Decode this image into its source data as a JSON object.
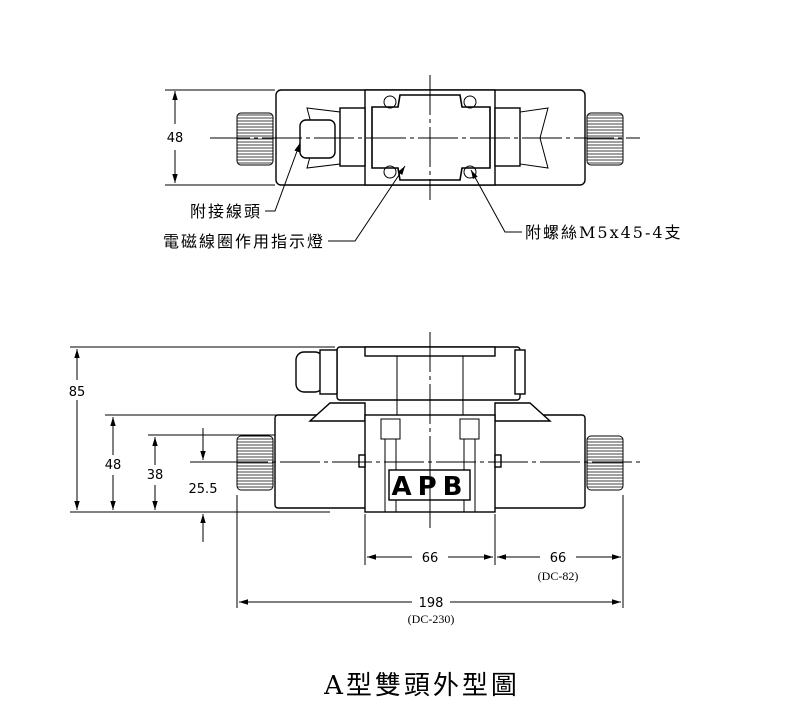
{
  "top_view": {
    "dim_height": "48",
    "label_connector": "附接線頭",
    "label_indicator": "電磁線圈作用指示燈",
    "label_screws": "附螺絲M5x45-4支"
  },
  "side_view": {
    "dim_total_height": "85",
    "dim_body_height": "48",
    "dim_mount_height": "38",
    "dim_center_height": "25.5",
    "dim_center_block": "66",
    "dim_solenoid": "66",
    "dim_solenoid_note": "(DC-82)",
    "dim_overall": "198",
    "dim_overall_note": "(DC-230)",
    "logo": "APB"
  },
  "title": "A型雙頭外型圖"
}
